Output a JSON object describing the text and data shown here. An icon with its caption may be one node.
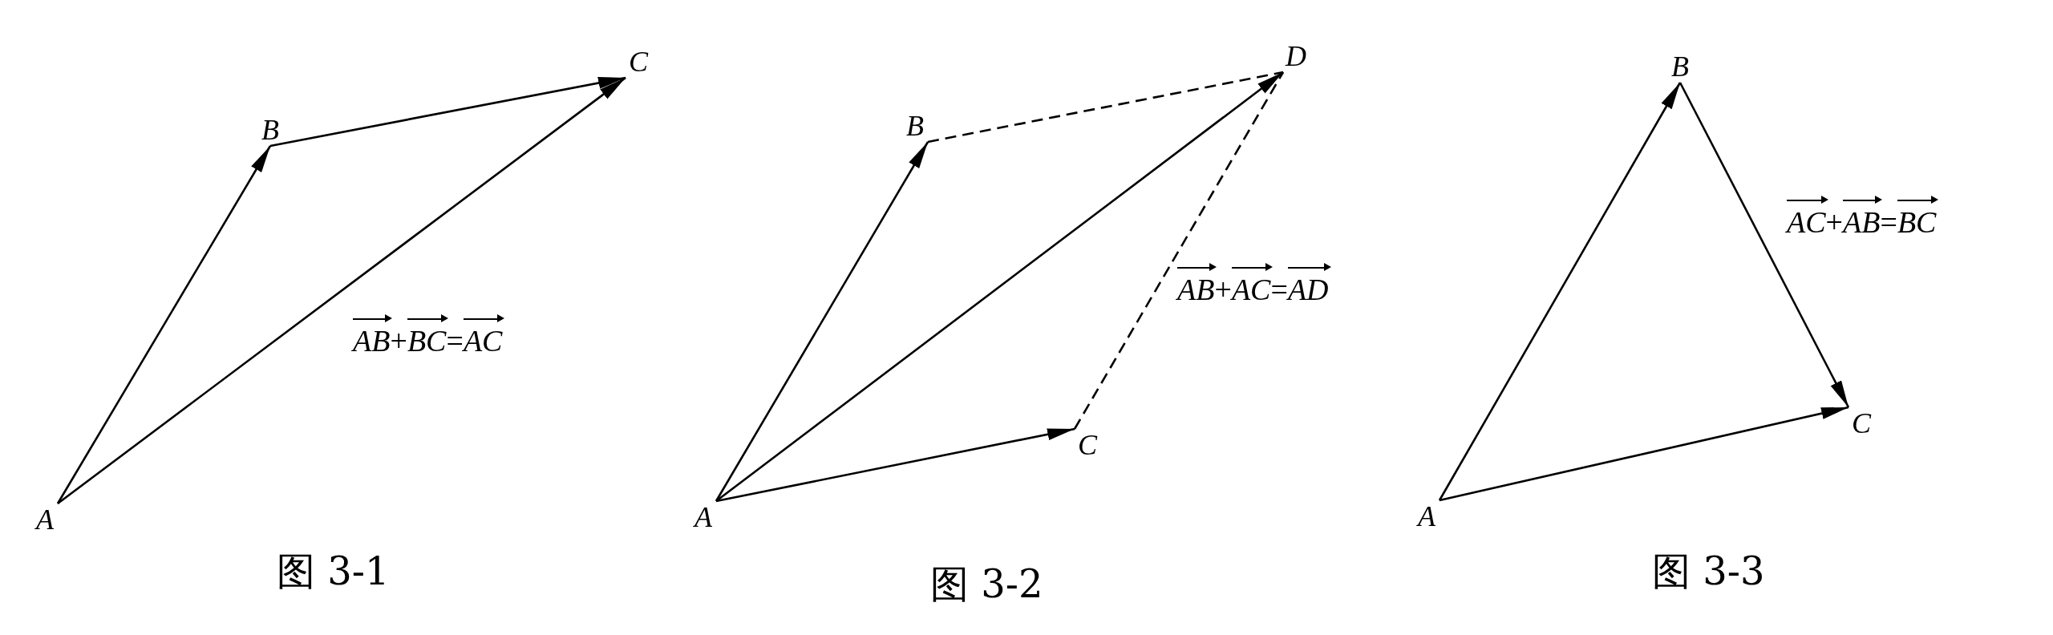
{
  "diagram": {
    "nodes": [
      {
        "text": [
          "A"
        ]
      },
      {
        "text": [
          "B"
        ]
      },
      {
        "text": [
          "C"
        ]
      },
      {
        "text": [
          "A"
        ]
      },
      {
        "text": [
          "B"
        ]
      },
      {
        "text": [
          "C"
        ]
      },
      {
        "text": [
          "D"
        ]
      },
      {
        "text": [
          "A"
        ]
      },
      {
        "text": [
          "B"
        ]
      },
      {
        "text": [
          "C"
        ]
      }
    ],
    "edges": [
      {
        "from": 0,
        "to": 1,
        "arrow": "to"
      },
      {
        "from": 1,
        "to": 2,
        "arrow": "to"
      },
      {
        "from": 0,
        "to": 2,
        "arrow": "to"
      },
      {
        "from": 3,
        "to": 4,
        "arrow": "to"
      },
      {
        "from": 3,
        "to": 6,
        "arrow": "to"
      },
      {
        "from": 3,
        "to": 5,
        "arrow": "to"
      },
      {
        "from": 4,
        "to": 6,
        "arrow": "none",
        "style": "dashed"
      },
      {
        "from": 5,
        "to": 6,
        "arrow": "none",
        "style": "dashed"
      },
      {
        "from": 7,
        "to": 8,
        "arrow": "to"
      },
      {
        "from": 8,
        "to": 9,
        "arrow": "to"
      },
      {
        "from": 7,
        "to": 9,
        "arrow": "to"
      }
    ],
    "labels": [
      "AB+BC=AC",
      "图 3-1",
      "AB+AC=AD",
      "图 3-2",
      "AC+AB=BC",
      "图 3-3"
    ]
  }
}
